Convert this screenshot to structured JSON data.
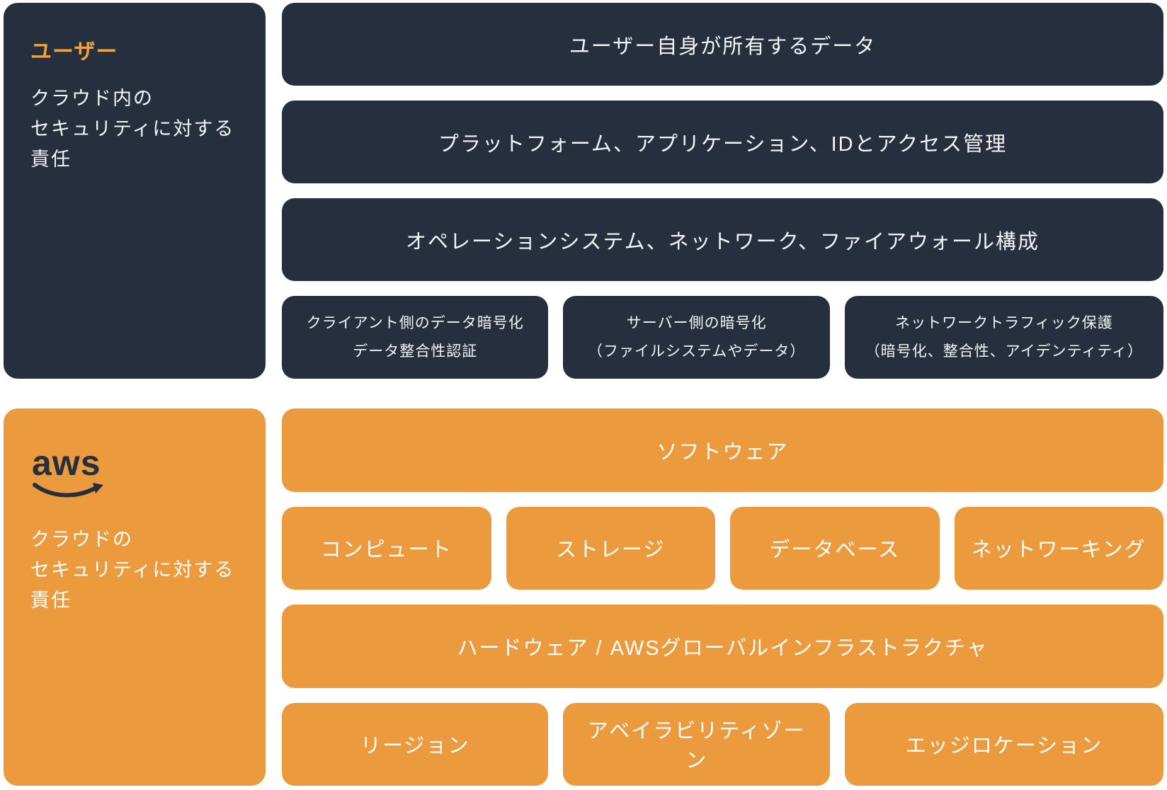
{
  "colors": {
    "dark_navy": "#252F3E",
    "orange": "#EB9A3E",
    "title_orange": "#F0A23C",
    "text_on_dark": "#F2F4F6",
    "text_on_orange": "#FFFFFF",
    "background": "#FFFFFF"
  },
  "user": {
    "title": "ユーザー",
    "description_lines": [
      "クラウド内の",
      "セキュリティに対する",
      "責任"
    ],
    "rows": [
      "ユーザー自身が所有するデータ",
      "プラットフォーム、アプリケーション、IDとアクセス管理",
      "オペレーションシステム、ネットワーク、ファイアウォール構成"
    ],
    "sub_boxes": [
      {
        "line1": "クライアント側のデータ暗号化",
        "line2": "データ整合性認証"
      },
      {
        "line1": "サーバー側の暗号化",
        "line2": "（ファイルシステムやデータ）"
      },
      {
        "line1": "ネットワークトラフィック保護",
        "line2": "（暗号化、整合性、アイデンティティ）"
      }
    ]
  },
  "aws": {
    "logo_text": "aws",
    "description_lines": [
      "クラウドの",
      "セキュリティに対する",
      "責任"
    ],
    "software": "ソフトウェア",
    "services": [
      "コンピュート",
      "ストレージ",
      "データベース",
      "ネットワーキング"
    ],
    "hardware": "ハードウェア / AWSグローバルインフラストラクチャ",
    "infrastructure": [
      "リージョン",
      "アベイラビリティゾーン",
      "エッジロケーション"
    ]
  }
}
